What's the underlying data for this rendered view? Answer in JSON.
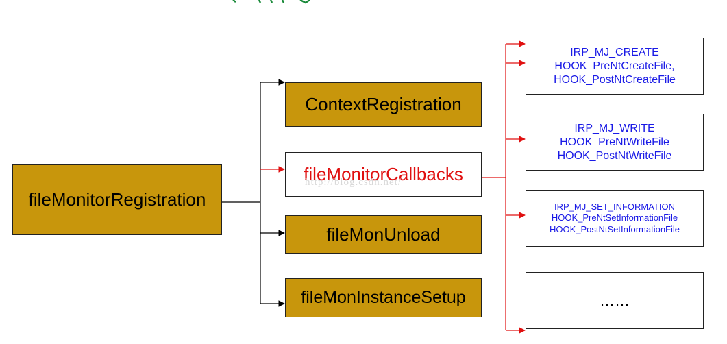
{
  "diagram": {
    "root": {
      "label": "fileMonitorRegistration"
    },
    "branches": [
      {
        "label": "ContextRegistration"
      },
      {
        "label": "fileMonitorCallbacks"
      },
      {
        "label": "fileMonUnload"
      },
      {
        "label": "fileMonInstanceSetup"
      }
    ],
    "callbacks": [
      {
        "lines": [
          "IRP_MJ_CREATE",
          "HOOK_PreNtCreateFile,",
          "HOOK_PostNtCreateFile"
        ]
      },
      {
        "lines": [
          "IRP_MJ_WRITE",
          "HOOK_PreNtWriteFile",
          "HOOK_PostNtWriteFile"
        ]
      },
      {
        "lines": [
          "IRP_MJ_SET_INFORMATION",
          "HOOK_PreNtSetInformationFile",
          "HOOK_PostNtSetInformationFile"
        ]
      },
      {
        "lines": [
          "……"
        ]
      }
    ],
    "watermark": "http://blog.csdn.net/"
  },
  "colors": {
    "box_fill": "#c8960c",
    "highlight_text": "#e01010",
    "callback_text": "#1a1ae6",
    "black_arrow": "#000000",
    "red_arrow": "#e01010",
    "top_fragment": "#1a8a3a"
  }
}
